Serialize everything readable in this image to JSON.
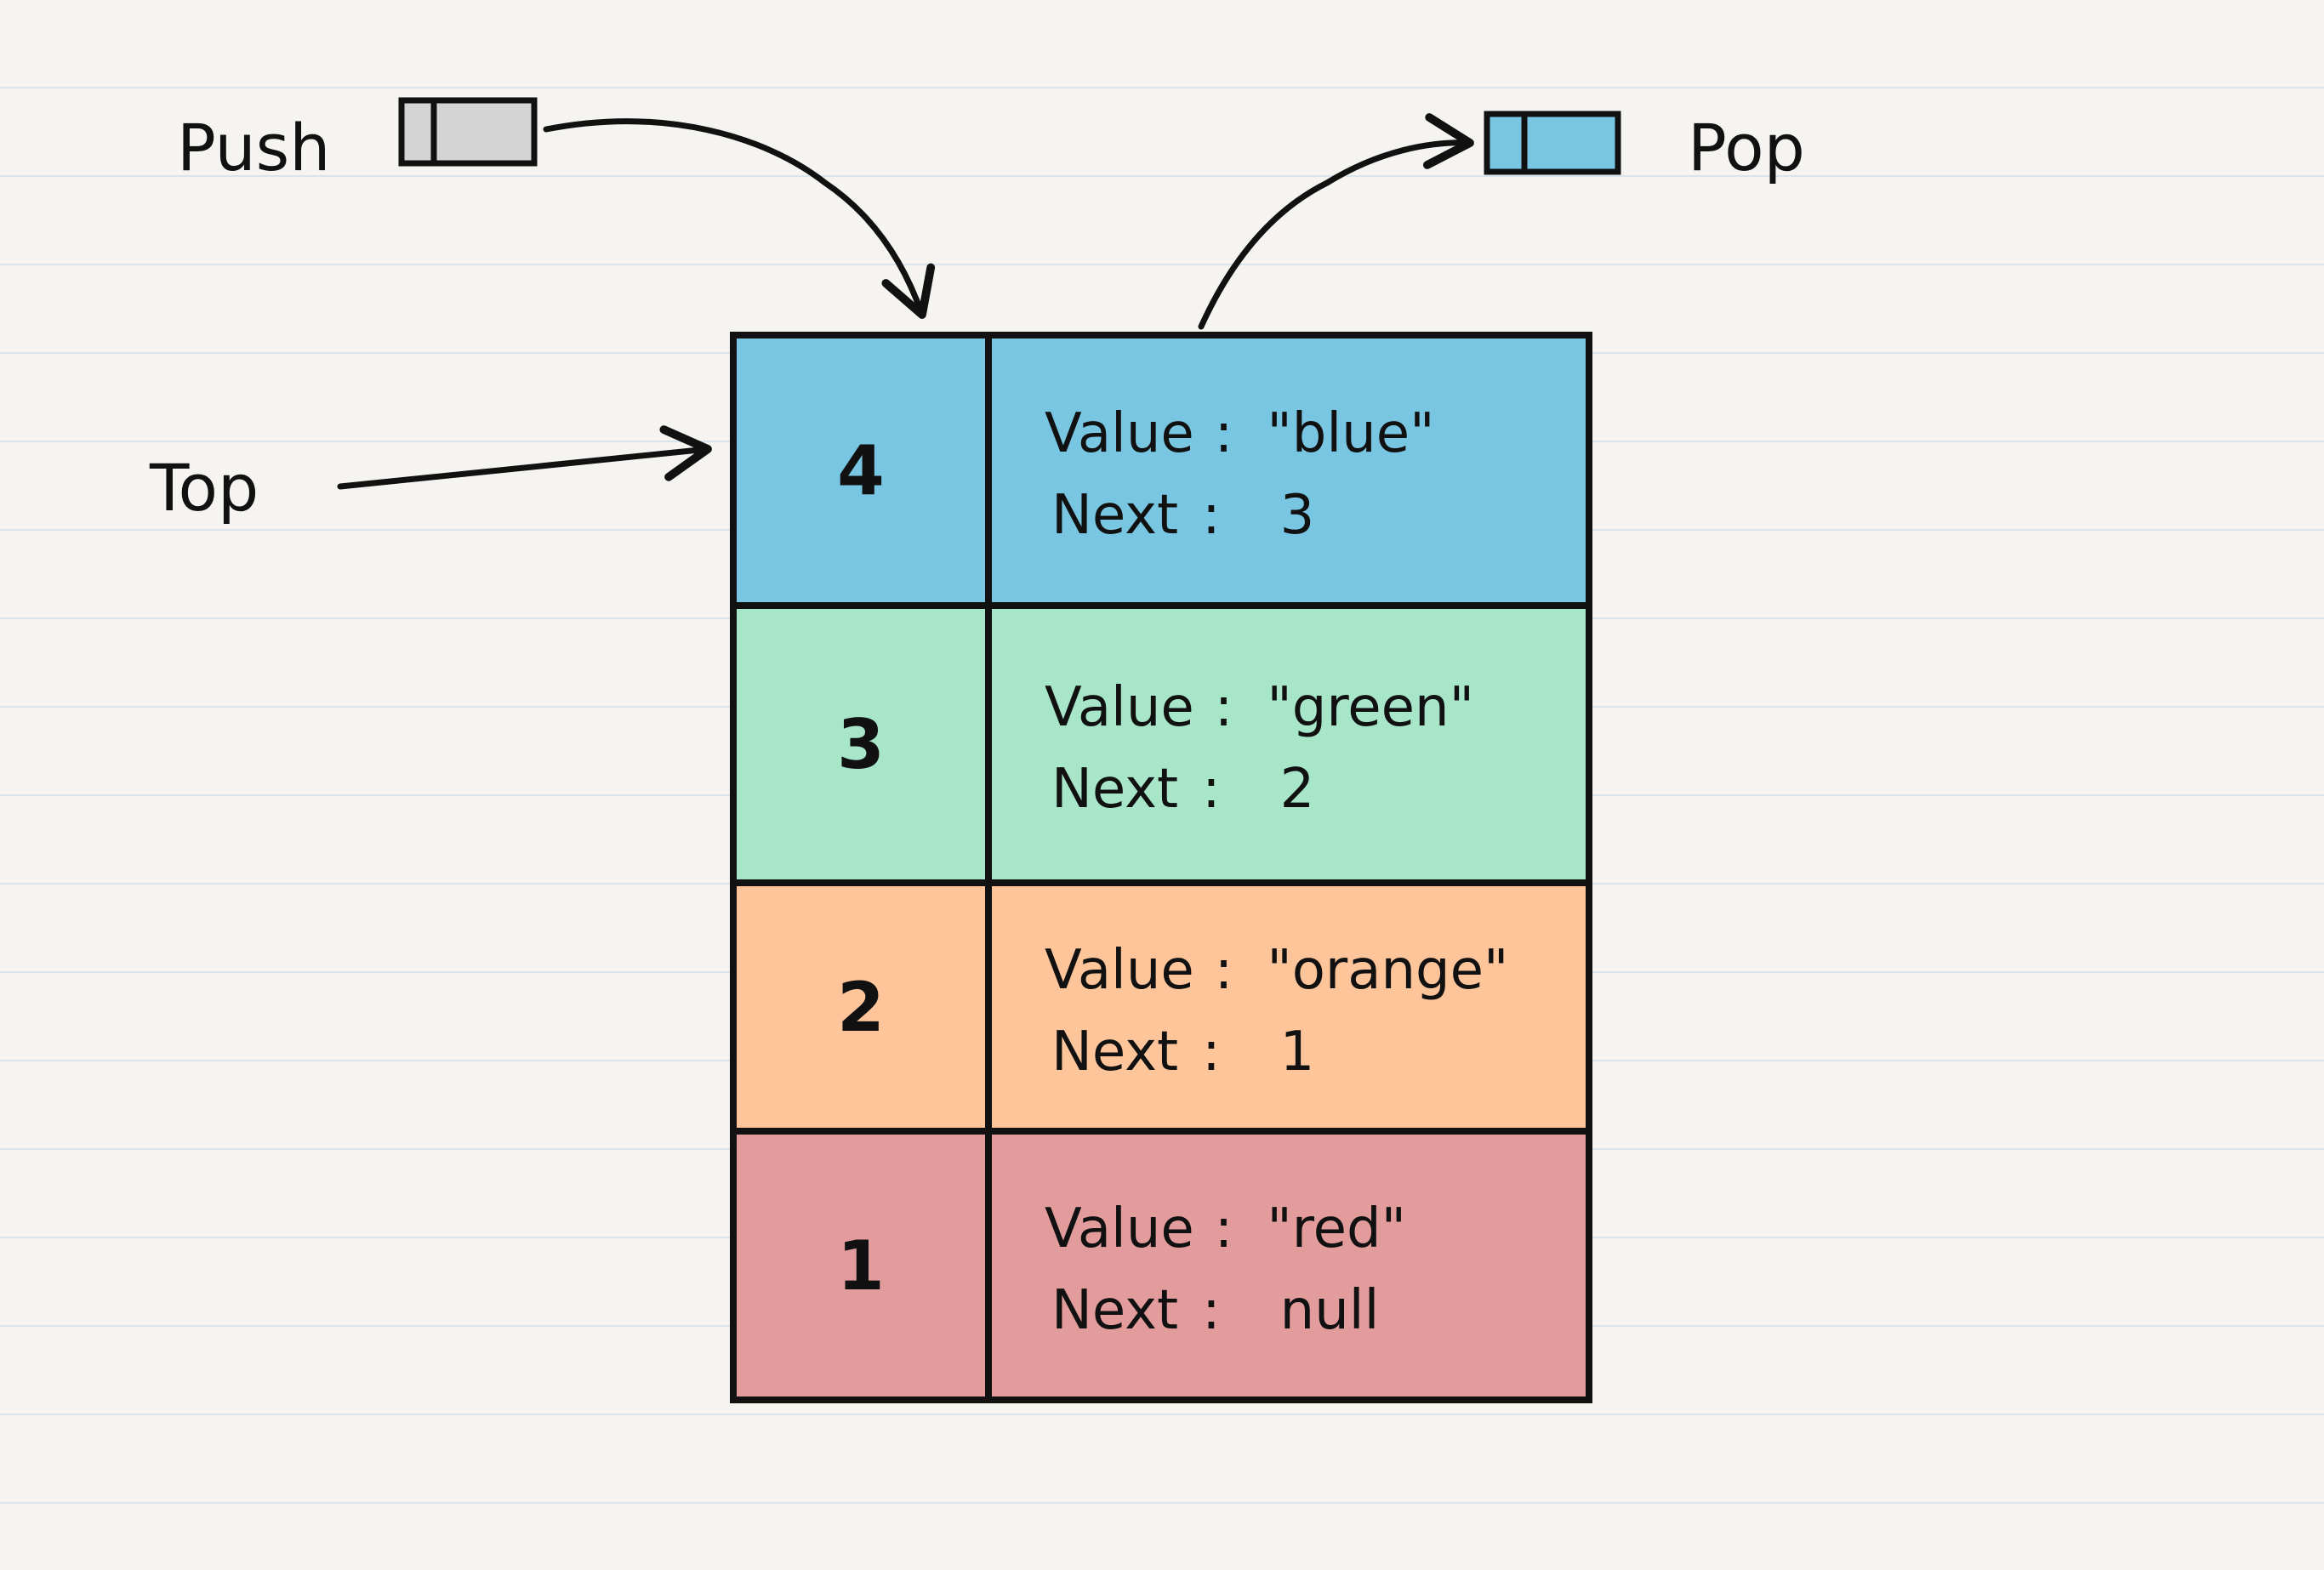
{
  "labels": {
    "push": "Push",
    "pop": "Pop",
    "top": "Top"
  },
  "nodes": [
    {
      "index": "4",
      "value_label": "Value",
      "value": "\"blue\"",
      "next_label": "Next",
      "next": "3",
      "color": "#79c6e2"
    },
    {
      "index": "3",
      "value_label": "Value",
      "value": "\"green\"",
      "next_label": "Next",
      "next": "2",
      "color": "#a8e6ca"
    },
    {
      "index": "2",
      "value_label": "Value",
      "value": "\"orange\"",
      "next_label": "Next",
      "next": "1",
      "color": "#fec59b"
    },
    {
      "index": "1",
      "value_label": "Value",
      "value": "\"red\"",
      "next_label": "Next",
      "next": "null",
      "color": "#e39c9c"
    }
  ],
  "colors": {
    "push_block": "#d4d4d4",
    "pop_block": "#79c6e2",
    "ink": "#111111"
  }
}
